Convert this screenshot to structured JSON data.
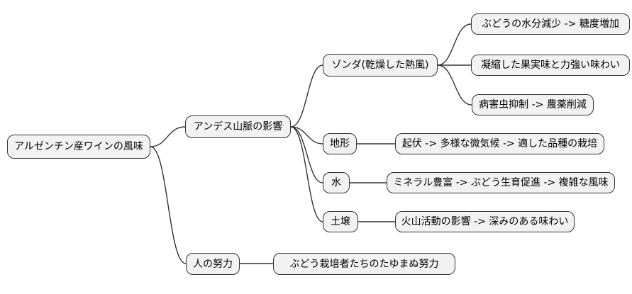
{
  "diagram": {
    "type": "mindmap",
    "colors": {
      "background": "#ffffff",
      "node_fill": "#f2f2f2",
      "node_border": "#333333",
      "edge": "#333333",
      "text": "#000000"
    },
    "root": {
      "label": "アルゼンチン産ワインの風味",
      "children": [
        {
          "label": "アンデス山脈の影響",
          "children": [
            {
              "label": "ゾンダ(乾燥した熱風)",
              "children": [
                {
                  "label": "ぶどうの水分減少 -> 糖度増加"
                },
                {
                  "label": "凝縮した果実味と力強い味わい"
                },
                {
                  "label": "病害虫抑制 -> 農薬削減"
                }
              ]
            },
            {
              "label": "地形",
              "children": [
                {
                  "label": "起伏 -> 多様な微気候 -> 適した品種の栽培"
                }
              ]
            },
            {
              "label": "水",
              "children": [
                {
                  "label": "ミネラル豊富 -> ぶどう生育促進 -> 複雑な風味"
                }
              ]
            },
            {
              "label": "土壌",
              "children": [
                {
                  "label": "火山活動の影響 -> 深みのある味わい"
                }
              ]
            }
          ]
        },
        {
          "label": "人の努力",
          "children": [
            {
              "label": "ぶどう栽培者たちのたゆまぬ努力"
            }
          ]
        }
      ]
    }
  }
}
